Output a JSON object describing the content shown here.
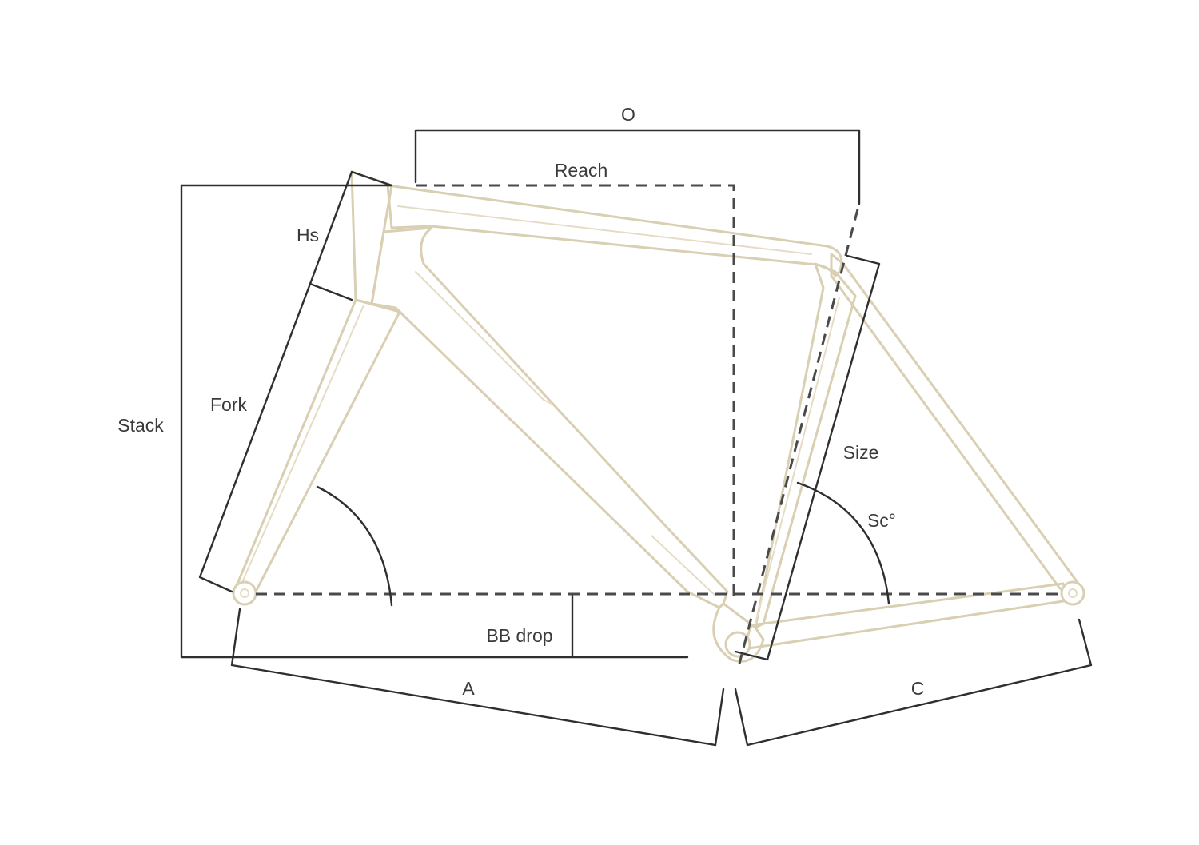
{
  "labels": {
    "o": "O",
    "reach": "Reach",
    "hs": "Hs",
    "fork": "Fork",
    "stack": "Stack",
    "size": "Size",
    "sc": "Sc°",
    "bb_drop": "BB drop",
    "a": "A",
    "c": "C"
  },
  "colors": {
    "frame": "#d9cfb2",
    "dimension_lines": "#2f2f2f",
    "text": "#3a3a3a"
  }
}
